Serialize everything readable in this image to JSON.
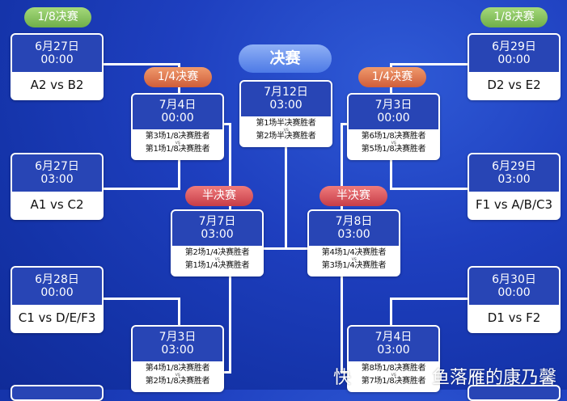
{
  "stages": {
    "r16": "1/8决赛",
    "qf": "1/4决赛",
    "sf": "半决赛",
    "final": "决赛"
  },
  "vs": "vs",
  "left_r16": [
    {
      "date": "6月27日",
      "time": "00:00",
      "match": "A2 vs B2"
    },
    {
      "date": "6月27日",
      "time": "03:00",
      "match": "A1 vs C2"
    },
    {
      "date": "6月28日",
      "time": "00:00",
      "match": "C1 vs D/E/F3"
    }
  ],
  "right_r16": [
    {
      "date": "6月29日",
      "time": "00:00",
      "match": "D2 vs E2"
    },
    {
      "date": "6月29日",
      "time": "03:00",
      "match": "F1 vs A/B/C3"
    },
    {
      "date": "6月30日",
      "time": "00:00",
      "match": "D1 vs F2"
    }
  ],
  "left_qf": [
    {
      "date": "7月4日",
      "time": "00:00",
      "team1": "第3场1/8决赛胜者",
      "team2": "第1场1/8决赛胜者"
    },
    {
      "date": "7月3日",
      "time": "03:00",
      "team1": "第4场1/8决赛胜者",
      "team2": "第2场1/8决赛胜者"
    }
  ],
  "right_qf": [
    {
      "date": "7月3日",
      "time": "00:00",
      "team1": "第6场1/8决赛胜者",
      "team2": "第5场1/8决赛胜者"
    },
    {
      "date": "7月4日",
      "time": "03:00",
      "team1": "第8场1/8决赛胜者",
      "team2": "第7场1/8决赛胜者"
    }
  ],
  "sf": [
    {
      "date": "7月7日",
      "time": "03:00",
      "team1": "第2场1/4决赛胜者",
      "team2": "第1场1/4决赛胜者"
    },
    {
      "date": "7月8日",
      "time": "03:00",
      "team1": "第4场1/4决赛胜者",
      "team2": "第3场1/4决赛胜者"
    }
  ],
  "final": {
    "date": "7月12日",
    "time": "03:00",
    "team1": "第1场半决赛胜者",
    "team2": "第2场半决赛胜者"
  },
  "watermark": {
    "part1": "快",
    "part2": "鱼落雁的康乃馨"
  }
}
